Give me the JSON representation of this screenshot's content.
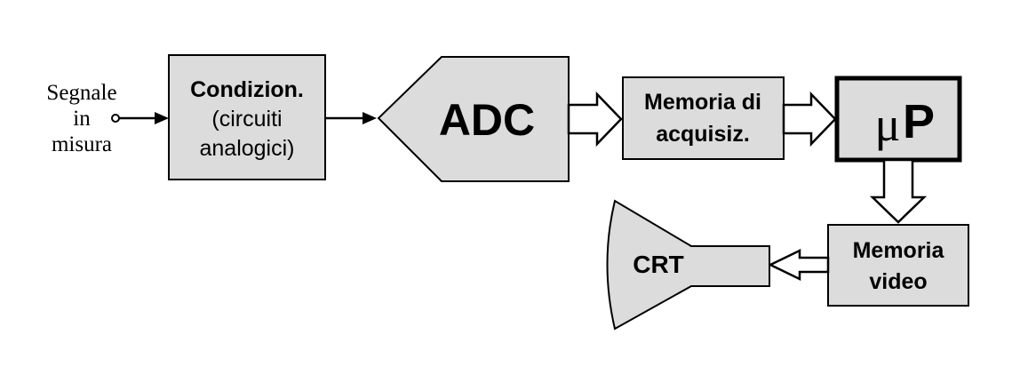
{
  "input": {
    "line1": "Segnale",
    "line2": "in",
    "line3": "misura"
  },
  "conditioning": {
    "title": "Condizion.",
    "line2": "(circuiti",
    "line3": "analogici)"
  },
  "adc": {
    "label": "ADC"
  },
  "acq_memory": {
    "line1": "Memoria di",
    "line2": "acquisiz."
  },
  "processor": {
    "mu": "μ",
    "p": "P"
  },
  "video_memory": {
    "line1": "Memoria",
    "line2": "video"
  },
  "crt": {
    "label": "CRT"
  }
}
